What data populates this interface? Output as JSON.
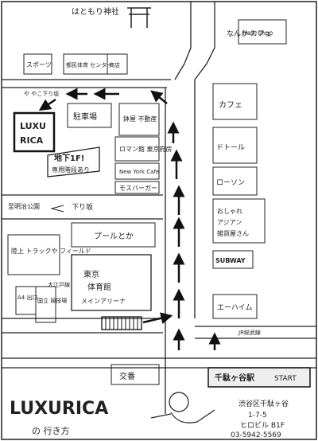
{
  "map": {
    "shrine": "はともり神社",
    "hair_shop": "Hair shop",
    "nanka_cafe": "なんか カフェ",
    "sports": "スポーツ",
    "jibun_center": "都民体育 センター",
    "sports_store": "商店",
    "vakkaku": "や やこ下り坂",
    "parking": "駐車場",
    "fudosan": "鉢屋 不動産",
    "roman": "ロマン館 東京府房",
    "ny_cafe": "New York Cafe",
    "mos": "モスバーガー",
    "luxurica_sign_1": "LUXU",
    "luxurica_sign_2": "RICA",
    "underground_1": "地下1F!",
    "underground_2": "専用階段あり",
    "kudarizaka": "下り坂",
    "gaien": "至明治公園",
    "pool": "プールとか",
    "track": "陸上 トラックや フィールド",
    "gym_1": "東京",
    "gym_2": "体育館",
    "gym_3": "メインアリーナ",
    "a4": "A4 出口",
    "kokuritsu": "国立 競技場",
    "toei_station": "大江戸線",
    "cafe": "カフェ",
    "doutor": "ドトール",
    "lawson": "ローソン",
    "zakka_1": "おしゃれ",
    "zakka_2": "アジアン",
    "zakka_3": "雑貨屋さん",
    "subway": "SUBWAY",
    "erfheim": "エーハイム",
    "jr": "JR総武線",
    "koban": "交番",
    "sendagaya": "千駄ヶ谷駅",
    "start": "START",
    "logo": "LUXURICA",
    "logo_sub": "の 行き方",
    "addr_1": "渋谷区千駄ヶ谷",
    "addr_2": "1-7-5",
    "addr_3": "ヒロビル B1F",
    "phone": "03-5942-5569"
  }
}
